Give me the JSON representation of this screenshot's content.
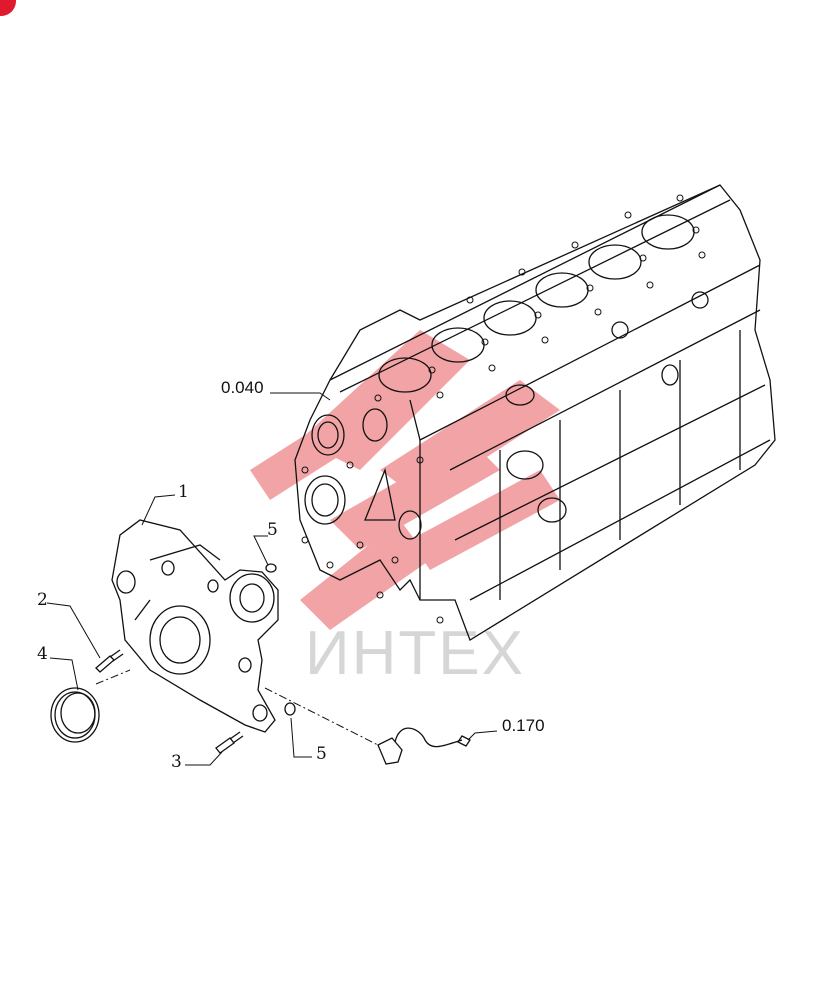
{
  "corner_badge": {
    "color": "#e0192f"
  },
  "watermark": {
    "text": "ИНТЕХ",
    "logo_color": "#e8585c",
    "text_color": "#d6d6d6"
  },
  "callouts": {
    "block_ref": "0.040",
    "sensor_ref": "0.170",
    "item_1": "1",
    "item_2": "2",
    "item_3": "3",
    "item_4": "4",
    "item_5a": "5",
    "item_5b": "5"
  }
}
